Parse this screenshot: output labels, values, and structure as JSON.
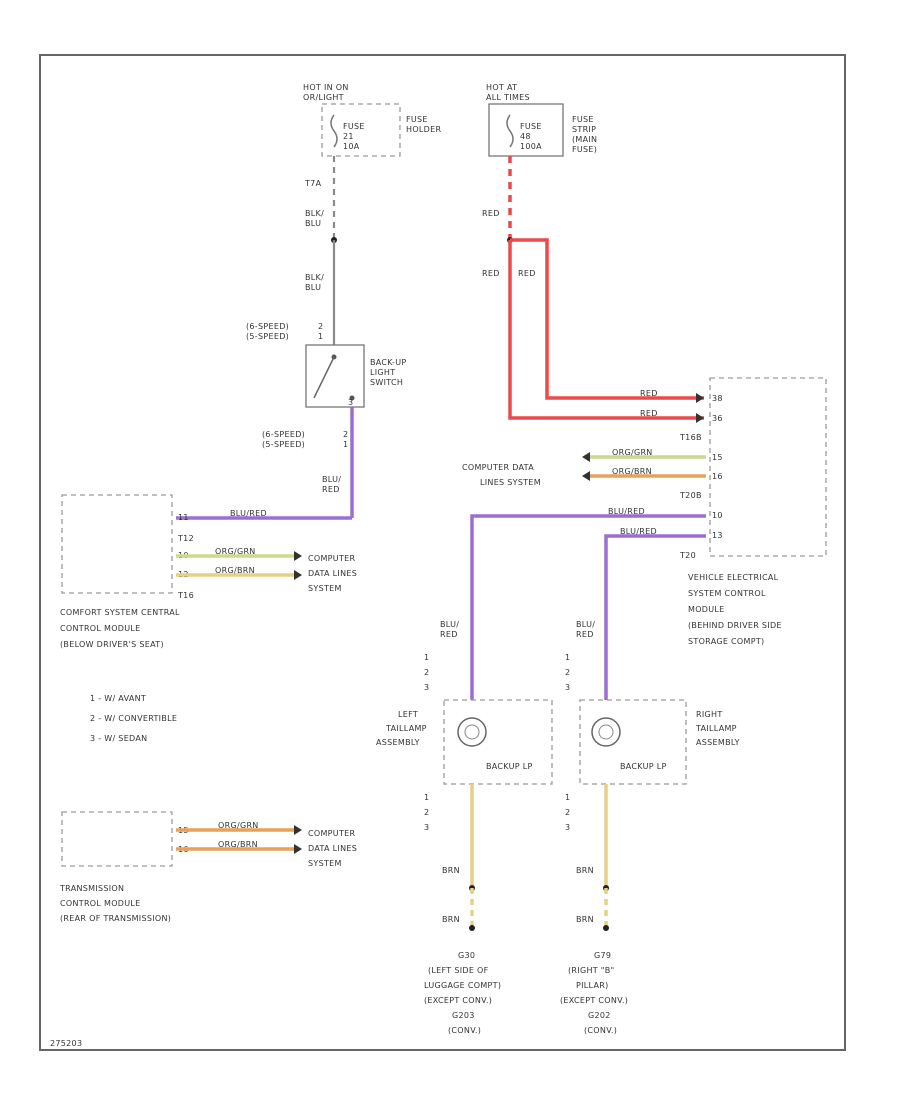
{
  "colors": {
    "red": "#ec4a4a",
    "purple": "#9c6dd2",
    "yellow": "#e6cf86",
    "orange": "#e9a15a",
    "green": "#cfd98a",
    "gray": "#8a8a8a"
  },
  "labels": {
    "hot_run_1": "HOT IN ON",
    "hot_run_2": "OR/LIGHT",
    "hot_at_1": "HOT AT",
    "hot_at_2": "ALL TIMES",
    "fuse1_a": "FUSE",
    "fuse1_b": "21",
    "fuse1_c": "10A",
    "fuse_holder_1": "FUSE",
    "fuse_holder_2": "HOLDER",
    "fuse2_a": "FUSE",
    "fuse2_b": "48",
    "fuse2_c": "100A",
    "fuse_strip_1": "FUSE",
    "fuse_strip_2": "STRIP",
    "fuse_strip_3": "(MAIN",
    "fuse_strip_4": "FUSE)",
    "t1a": "T7A",
    "blk_blu_1a": "BLK/",
    "blk_blu_1b": "BLU",
    "blk_blu_2a": "BLK/",
    "blk_blu_2b": "BLU",
    "red_1": "RED",
    "red_2": "RED",
    "red_3": "RED",
    "speed_top_1": "(6-SPEED)",
    "speed_top_2": "(5-SPEED)",
    "pin_top_1": "2",
    "pin_top_2": "1",
    "backup_1": "BACK-UP",
    "backup_2": "LIGHT",
    "backup_3": "SWITCH",
    "pin_bot_1": "3",
    "speed_bot_1": "(6-SPEED)",
    "speed_bot_2": "(5-SPEED)",
    "pin_bot_2": "2",
    "pin_bot_3": "1",
    "blu_red_1a": "BLU/",
    "blu_red_1b": "RED",
    "blu_red_wire": "BLU/RED",
    "t12": "T12",
    "t16": "T16",
    "ccm_pin_a": "11",
    "ccm_pin_b": "10",
    "ccm_pin_c": "12",
    "org_grn": "ORG/GRN",
    "org_brn": "ORG/BRN",
    "cdl_1a": "COMPUTER",
    "cdl_1b": "DATA LINES",
    "cdl_1c": "SYSTEM",
    "comfort_1": "COMFORT SYSTEM CENTRAL",
    "comfort_2": "CONTROL MODULE",
    "comfort_3": "(BELOW DRIVER'S SEAT)",
    "red_pin_a": "38",
    "red_pin_b": "36",
    "t16b": "T16B",
    "cdl_pin_a": "15",
    "cdl_pin_b": "16",
    "cdl_2a": "COMPUTER DATA",
    "cdl_2b": "LINES SYSTEM",
    "t20b": "T20B",
    "t20": "T20",
    "bl_pin_a": "10",
    "bl_pin_b": "13",
    "vecm_1": "VEHICLE ELECTRICAL",
    "vecm_2": "SYSTEM CONTROL",
    "vecm_3": "MODULE",
    "vecm_4": "(BEHIND DRIVER SIDE",
    "vecm_5": "STORAGE COMPT)",
    "note_1": "1 - W/ AVANT",
    "note_2": "2 - W/ CONVERTIBLE",
    "note_3": "3 - W/ SEDAN",
    "blu_red_2a": "BLU/",
    "blu_red_2b": "RED",
    "blu_red_3a": "BLU/",
    "blu_red_3b": "RED",
    "left_tl_1": "LEFT",
    "left_tl_2": "TAILLAMP",
    "left_tl_3": "ASSEMBLY",
    "right_tl_1": "RIGHT",
    "right_tl_2": "TAILLAMP",
    "right_tl_3": "ASSEMBLY",
    "backup_lp": "BACKUP LP",
    "tl_pins": [
      "1",
      "2",
      "3"
    ],
    "brn_1": "BRN",
    "brn_2": "BRN",
    "brn_3": "BRN",
    "brn_4": "BRN",
    "tcm_pin_a": "15",
    "tcm_pin_b": "16",
    "cdl_3a": "COMPUTER",
    "cdl_3b": "DATA LINES",
    "cdl_3c": "SYSTEM",
    "tcm_1": "TRANSMISSION",
    "tcm_2": "CONTROL MODULE",
    "tcm_3": "(REAR OF TRANSMISSION)",
    "g_left_1": "G30",
    "g_left_2": "(LEFT SIDE OF",
    "g_left_3": "LUGGAGE COMPT)",
    "g_left_4": "(EXCEPT CONV.)",
    "g_left_5": "G203",
    "g_left_6": "(CONV.)",
    "g_right_1": "G79",
    "g_right_2": "(RIGHT \"B\"",
    "g_right_3": "PILLAR)",
    "g_right_4": "(EXCEPT CONV.)",
    "g_right_5": "G202",
    "g_right_6": "(CONV.)",
    "figure_id": "275203"
  }
}
